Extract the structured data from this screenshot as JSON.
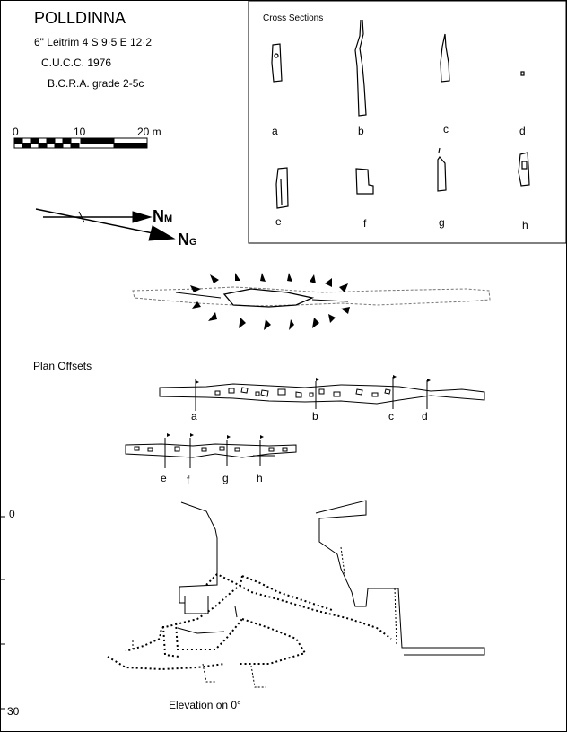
{
  "header": {
    "title": "POLLDINNA",
    "line1": "6\" Leitrim 4 S 9·5 E 12·2",
    "line2": "C.U.C.C. 1976",
    "line3": "B.C.R.A. grade 2-5c"
  },
  "scale": {
    "t0": "0",
    "t10": "10",
    "t20": "20 m"
  },
  "north": {
    "magnetic": "N",
    "magnetic_sub": "M",
    "grid": "N",
    "grid_sub": "G"
  },
  "cross_sections": {
    "title": "Cross  Sections",
    "labels": [
      "a",
      "b",
      "c",
      "d",
      "e",
      "f",
      "g",
      "h"
    ]
  },
  "plan_offsets": {
    "title": "Plan Offsets",
    "labels": [
      "a",
      "b",
      "c",
      "d",
      "e",
      "f",
      "g",
      "h"
    ]
  },
  "elevation": {
    "title": "Elevation on 0°",
    "depth_labels": [
      "0",
      "30"
    ]
  }
}
